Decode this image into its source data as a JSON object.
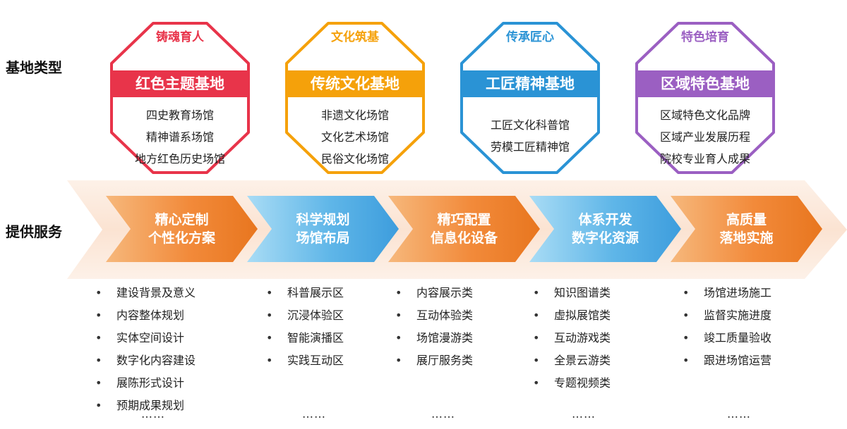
{
  "labels": {
    "types": "基地类型",
    "services": "提供服务"
  },
  "colors": {
    "red": "#e8344a",
    "orange": "#f5a10a",
    "blue": "#2a93d5",
    "purple": "#9b5fc2"
  },
  "bases": [
    {
      "tag": "铸魂育人",
      "title": "红色主题基地",
      "items": [
        "四史教育场馆",
        "精神谱系场馆",
        "地方红色历史场馆"
      ]
    },
    {
      "tag": "文化筑基",
      "title": "传统文化基地",
      "items": [
        "非遗文化场馆",
        "文化艺术场馆",
        "民俗文化场馆"
      ]
    },
    {
      "tag": "传承匠心",
      "title": "工匠精神基地",
      "items": [
        "工匠文化科普馆",
        "劳模工匠精神馆"
      ]
    },
    {
      "tag": "特色培育",
      "title": "区域特色基地",
      "items": [
        "区域特色文化品牌",
        "区域产业发展历程",
        "院校专业育人成果"
      ]
    }
  ],
  "services": [
    {
      "line1": "精心定制",
      "line2": "个性化方案",
      "items": [
        "建设背景及意义",
        "内容整体规划",
        "实体空间设计",
        "数字化内容建设",
        "展陈形式设计",
        "预期成果规划"
      ],
      "more": "……"
    },
    {
      "line1": "科学规划",
      "line2": "场馆布局",
      "items": [
        "科普展示区",
        "沉浸体验区",
        "智能演播区",
        "实践互动区"
      ],
      "more": "……"
    },
    {
      "line1": "精巧配置",
      "line2": "信息化设备",
      "items": [
        "内容展示类",
        "互动体验类",
        "场馆漫游类",
        "展厅服务类"
      ],
      "more": "……"
    },
    {
      "line1": "体系开发",
      "line2": "数字化资源",
      "items": [
        "知识图谱类",
        "虚拟展馆类",
        "互动游戏类",
        "全景云游类",
        "专题视频类"
      ],
      "more": "……"
    },
    {
      "line1": "高质量",
      "line2": "落地实施",
      "items": [
        "场馆进场施工",
        "监督实施进度",
        "竣工质量验收",
        "跟进场馆运营"
      ],
      "more": "……"
    }
  ]
}
